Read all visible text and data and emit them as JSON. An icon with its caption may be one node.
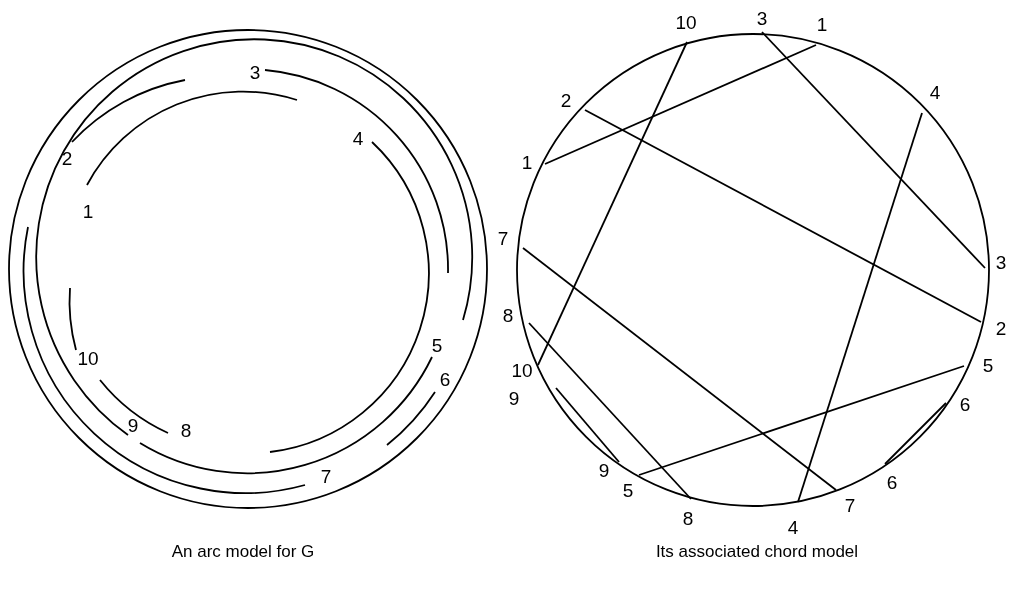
{
  "diagram": {
    "labels": [
      "3",
      "4",
      "2",
      "1",
      "5",
      "10",
      "6",
      "9",
      "8",
      "7",
      "3",
      "10",
      "1",
      "4",
      "2",
      "1",
      "7",
      "3",
      "8",
      "2",
      "5",
      "10",
      "9",
      "6",
      "9",
      "6",
      "5",
      "7",
      "8",
      "4",
      "An arc model for G",
      "Its associated chord model"
    ]
  }
}
